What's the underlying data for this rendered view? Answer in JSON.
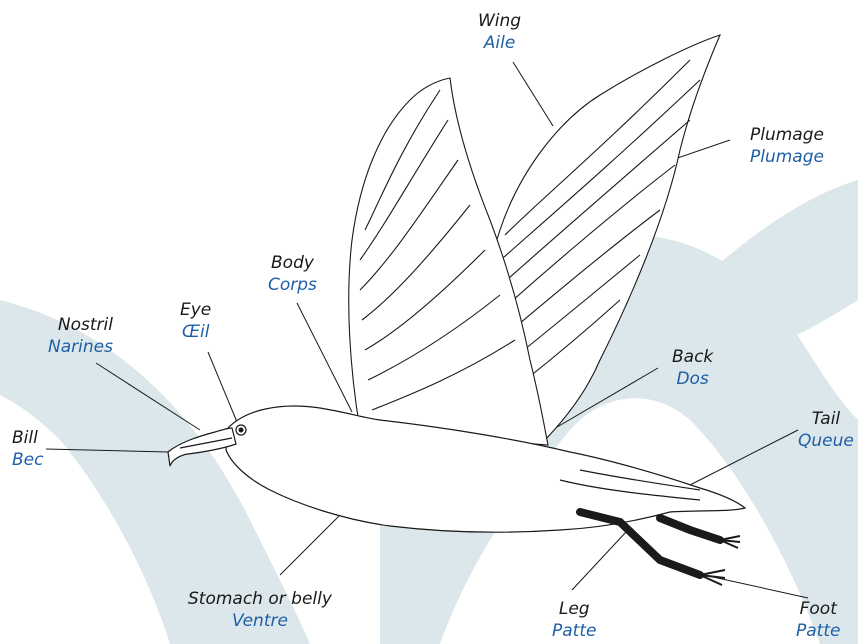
{
  "colors": {
    "background": "#ffffff",
    "backdrop": "#dbe7ea",
    "english": "#1a1a1a",
    "french": "#1f5fa6",
    "line": "#1a1a1a"
  },
  "labels": {
    "wing": {
      "en": "Wing",
      "fr": "Aile"
    },
    "plumage": {
      "en": "Plumage",
      "fr": "Plumage"
    },
    "body": {
      "en": "Body",
      "fr": "Corps"
    },
    "eye": {
      "en": "Eye",
      "fr": "Œil"
    },
    "nostril": {
      "en": "Nostril",
      "fr": "Narines"
    },
    "bill": {
      "en": "Bill",
      "fr": "Bec"
    },
    "back": {
      "en": "Back",
      "fr": "Dos"
    },
    "tail": {
      "en": "Tail",
      "fr": "Queue"
    },
    "stomach": {
      "en": "Stomach or belly",
      "fr": "Ventre"
    },
    "leg": {
      "en": "Leg",
      "fr": "Patte"
    },
    "foot": {
      "en": "Foot",
      "fr": "Patte"
    }
  }
}
